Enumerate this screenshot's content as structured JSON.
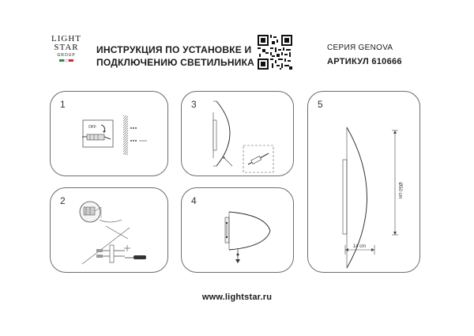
{
  "logo": {
    "line1": "LIGHT",
    "line2": "STAR",
    "line3": "GROUP",
    "flag_colors": [
      "#2e8b3e",
      "#ffffff",
      "#d22b2b"
    ]
  },
  "header": {
    "title_line1": "ИНСТРУКЦИЯ ПО УСТАНОВКЕ И",
    "title_line2": "ПОДКЛЮЧЕНИЮ СВЕТИЛЬНИКА",
    "series": "СЕРИЯ GENOVA",
    "article": "АРТИКУЛ 610666",
    "qr_icon": "qr-code-icon"
  },
  "steps": [
    {
      "number": "1",
      "caption": "OFF"
    },
    {
      "number": "2"
    },
    {
      "number": "3"
    },
    {
      "number": "4"
    },
    {
      "number": "5",
      "height_label": "Ø50 cm",
      "depth_label": "14 cm"
    }
  ],
  "footer": {
    "url": "www.lightstar.ru"
  }
}
